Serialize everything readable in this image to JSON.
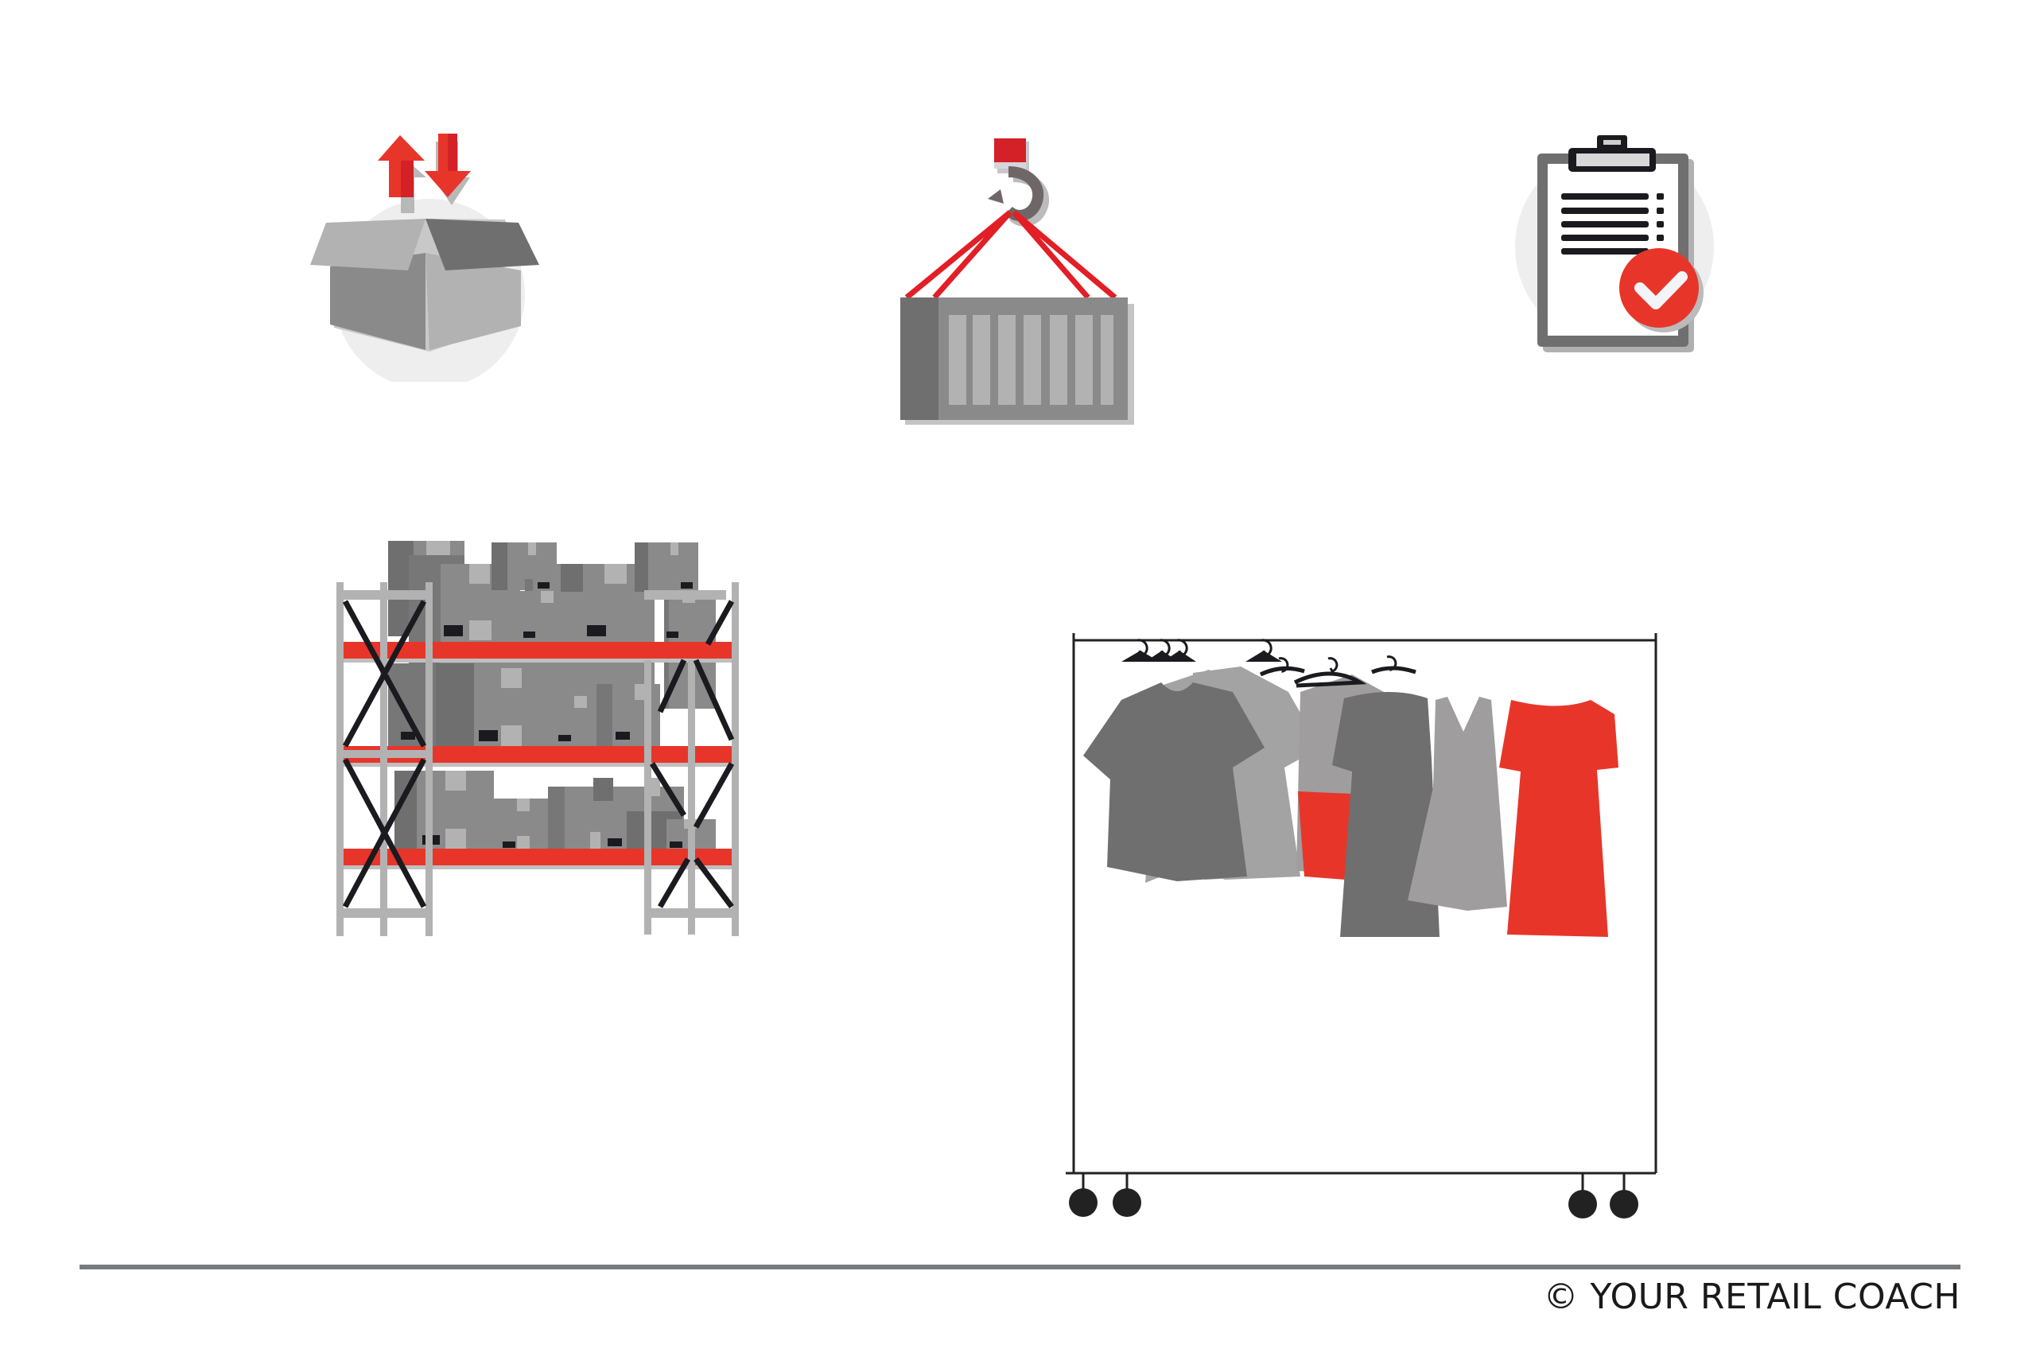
{
  "illustration": {
    "title": "Retail inventory and warehouse management",
    "icons": [
      {
        "name": "inbound-outbound-box",
        "description": "Open cardboard box with up and down arrows"
      },
      {
        "name": "container-crane-hook",
        "description": "Shipping container lifted by crane hook"
      },
      {
        "name": "checklist-clipboard",
        "description": "Clipboard checklist with check mark"
      }
    ],
    "scenes": [
      {
        "name": "warehouse-shelving",
        "description": "Pallet racking with three red shelves of cardboard boxes"
      },
      {
        "name": "clothing-rack",
        "description": "Rolling garment rack with t-shirts and dresses"
      }
    ]
  },
  "colors": {
    "accent_red": "#e8352a",
    "dark_gray": "#6f6f6f",
    "mid_gray": "#8a8a8a",
    "light_gray": "#b2b2b2",
    "circle_bg": "#eeeeee",
    "line_dark": "#1a1a1f",
    "divider": "#767b7f"
  },
  "footer": {
    "copyright": "© YOUR RETAIL COACH"
  }
}
